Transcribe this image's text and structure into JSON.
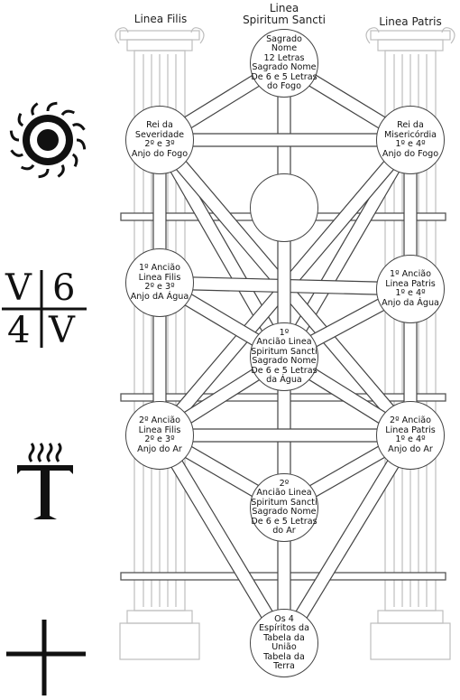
{
  "columns": {
    "left": "Linea Filis",
    "center_line1": "Linea",
    "center_line2": "Spiritum Sancti",
    "right": "Linea Patris"
  },
  "nodes": [
    {
      "id": "sagrado-nome",
      "lines": [
        "Sagrado",
        "Nome",
        "12 Letras",
        "Sagrado Nome",
        "De 6 e 5 Letras",
        "do Fogo"
      ]
    },
    {
      "id": "rei-severidade",
      "lines": [
        "Rei da",
        "Severidade",
        "2º e 3º",
        "Anjo do Fogo"
      ]
    },
    {
      "id": "rei-misericordia",
      "lines": [
        "Rei da",
        "Misericórdia",
        "1º e 4º",
        "Anjo do Fogo"
      ]
    },
    {
      "id": "daath",
      "lines": []
    },
    {
      "id": "anciao-filis-agua",
      "lines": [
        "1º Ancião",
        "Linea Filis",
        "2º e 3º",
        "Anjo dA Água"
      ]
    },
    {
      "id": "anciao-patris-agua",
      "lines": [
        "1º Ancião",
        "Linea Patris",
        "1º e 4º",
        "Anjo da Água"
      ]
    },
    {
      "id": "anciao-spiritum-1",
      "lines": [
        "1º",
        "Ancião Linea",
        "Spiritum Sancti",
        "Sagrado Nome",
        "De 6 e 5 Letras",
        "da Água"
      ]
    },
    {
      "id": "anciao-filis-ar",
      "lines": [
        "2º Ancião",
        "Linea Filis",
        "2º e 3º",
        "Anjo do Ar"
      ]
    },
    {
      "id": "anciao-patris-ar",
      "lines": [
        "2º Ancião",
        "Linea Patris",
        "1º e 4º",
        "Anjo do Ar"
      ]
    },
    {
      "id": "anciao-spiritum-2",
      "lines": [
        "2º",
        "Ancião  Linea",
        "Spiritum Sancti",
        "Sagrado Nome",
        "De 6 e 5 Letras",
        "do Ar"
      ]
    },
    {
      "id": "espiritos-terra",
      "lines": [
        "Os 4",
        "Espíritos da",
        "Tabela da União",
        "Tabela da",
        "Terra"
      ]
    }
  ],
  "symbols": {
    "water_tablet": [
      "V",
      "6",
      "4",
      "V"
    ],
    "fire": "sun-symbol",
    "air": "tau-symbol",
    "earth": "cross-symbol"
  }
}
